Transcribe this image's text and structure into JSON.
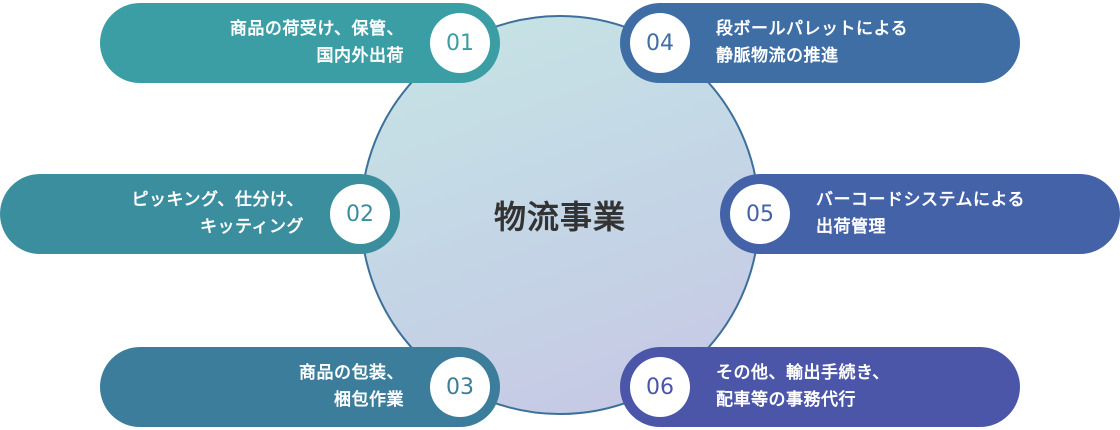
{
  "center": {
    "title": "物流事業"
  },
  "items": [
    {
      "number": "01",
      "lines": [
        "商品の荷受け、保管、",
        "国内外出荷"
      ],
      "color": "#3a9ea4"
    },
    {
      "number": "02",
      "lines": [
        "ピッキング、仕分け、",
        "キッティング"
      ],
      "color": "#3a8e9e"
    },
    {
      "number": "03",
      "lines": [
        "商品の包装、",
        "梱包作業"
      ],
      "color": "#3b7d9a"
    },
    {
      "number": "04",
      "lines": [
        "段ボールパレットによる",
        "静脈物流の推進"
      ],
      "color": "#3e6ea4"
    },
    {
      "number": "05",
      "lines": [
        "バーコードシステムによる",
        "出荷管理"
      ],
      "color": "#4462a8"
    },
    {
      "number": "06",
      "lines": [
        "その他、輸出手続き、",
        "配車等の事務代行"
      ],
      "color": "#4b56a8"
    }
  ]
}
